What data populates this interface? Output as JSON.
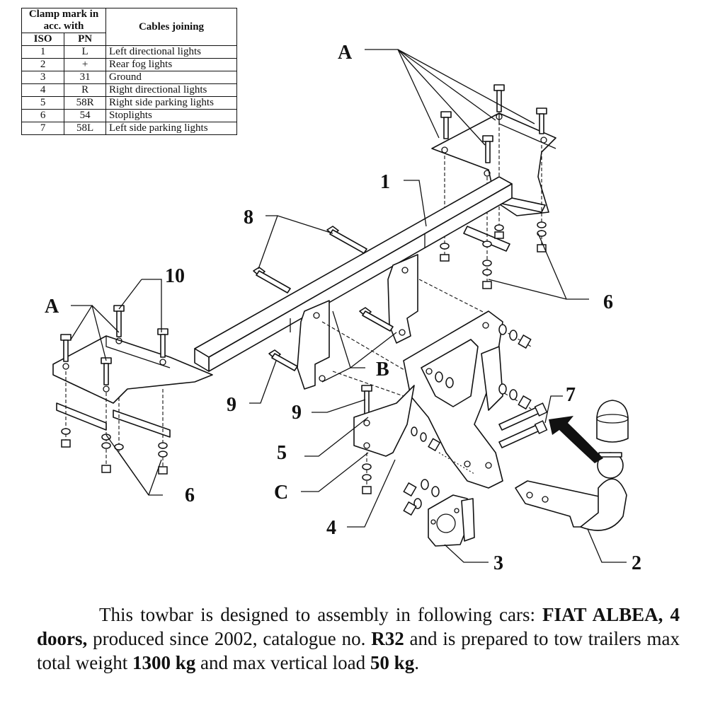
{
  "table": {
    "header_clamp": "Clamp mark in acc. with",
    "header_cables": "Cables joining",
    "col_iso": "ISO",
    "col_pn": "PN",
    "rows": [
      {
        "iso": "1",
        "pn": "L",
        "cable": "Left directional lights"
      },
      {
        "iso": "2",
        "pn": "+",
        "cable": "Rear fog lights"
      },
      {
        "iso": "3",
        "pn": "31",
        "cable": "Ground"
      },
      {
        "iso": "4",
        "pn": "R",
        "cable": "Right directional lights"
      },
      {
        "iso": "5",
        "pn": "58R",
        "cable": "Right side parking lights"
      },
      {
        "iso": "6",
        "pn": "54",
        "cable": "Stoplights"
      },
      {
        "iso": "7",
        "pn": "58L",
        "cable": "Left side parking lights"
      }
    ]
  },
  "labels": {
    "A_top": "A",
    "A_left": "A",
    "B": "B",
    "C": "C",
    "n1": "1",
    "n2": "2",
    "n3": "3",
    "n4": "4",
    "n5": "5",
    "n6_right": "6",
    "n6_left": "6",
    "n7": "7",
    "n8": "8",
    "n9_left": "9",
    "n9_mid": "9",
    "n10": "10"
  },
  "caption": {
    "intro": "This towbar is designed to assembly in following cars: ",
    "car": "FIAT ALBEA, 4 doors,",
    "produced": " produced since 2002, catalogue no. ",
    "catalogue": "R32",
    "prepared": " and is prepared to tow trailers max total weight ",
    "weight": "1300 kg",
    "vertical": " and max vertical load ",
    "load": "50 kg",
    "end": "."
  }
}
